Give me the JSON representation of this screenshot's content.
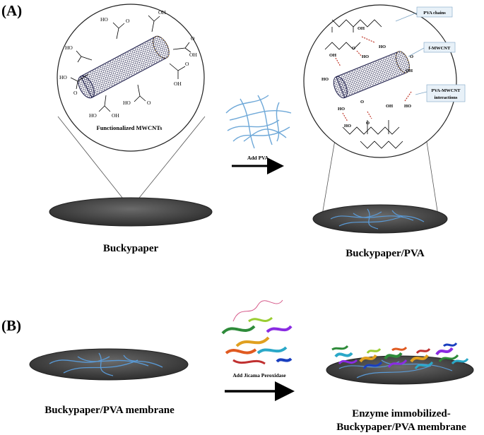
{
  "panel_a": {
    "label": "(A)",
    "left_circle_caption": "Functionalized  MWCNTs",
    "arrow_label": "Add PVA",
    "left_disc_caption": "Buckypaper",
    "right_disc_caption": "Buckypaper/PVA",
    "callouts": {
      "pva_chains": "PVA chains",
      "f_mwcnt": "f-MWCNT",
      "interactions_line1": "PVA-MWCNT",
      "interactions_line2": "interactions"
    },
    "chem_groups": {
      "cooh": "HO",
      "oh": "OH",
      "o": "O",
      "ho": "HO"
    }
  },
  "panel_b": {
    "label": "(B)",
    "arrow_label": "Add Jicama Peroxidase",
    "left_disc_caption": "Buckypaper/PVA membrane",
    "right_caption_line1": "Enzyme immobilized-",
    "right_caption_line2": "Buckypaper/PVA membrane"
  },
  "colors": {
    "disc_fill": "#4b4b4b",
    "pva_fiber": "#4a90d9",
    "arrow": "#000000",
    "callout_box": "#e8f1f8",
    "callout_border": "#7fa6c6",
    "hbond": "#c0392b"
  }
}
